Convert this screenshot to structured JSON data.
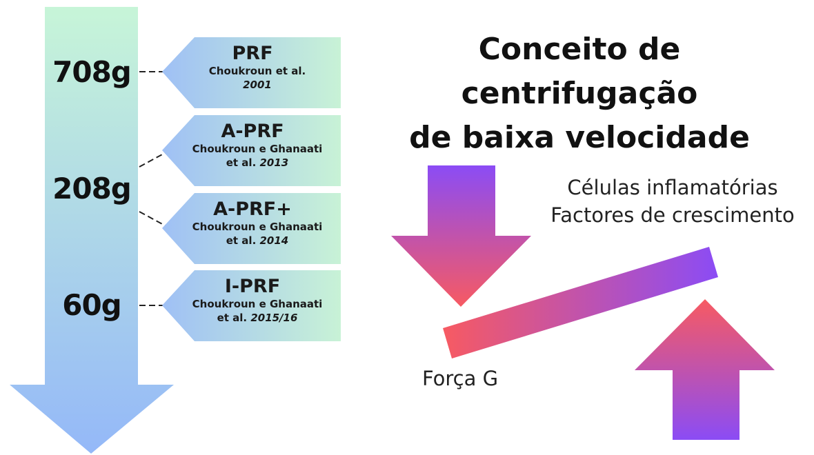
{
  "scale_labels": [
    "708g",
    "208g",
    "60g"
  ],
  "protocols": [
    {
      "name": "PRF",
      "authors": "Choukroun et al.",
      "authors_line2": "",
      "year": "2001"
    },
    {
      "name": "A-PRF",
      "authors": "Choukroun e Ghanaati",
      "authors_line2": "et al.",
      "year": "2013"
    },
    {
      "name": "A-PRF+",
      "authors": "Choukroun e Ghanaati",
      "authors_line2": "et al.",
      "year": "2014"
    },
    {
      "name": "I-PRF",
      "authors": "Choukroun e Ghanaati",
      "authors_line2": "et al.",
      "year": "2015/16"
    }
  ],
  "title": {
    "line1": "Conceito de centrifugação",
    "line2": "de baixa velocidade"
  },
  "cells_label": {
    "line1": "Células inflamatórias",
    "line2": "Factores de crescimento"
  },
  "force_label": "Força G",
  "colors": {
    "scale_top": "#c7f5d8",
    "scale_bottom": "#94b8f8",
    "badge_left": "#9fc0f5",
    "badge_right": "#c8f2d6",
    "arrow_purple": "#8b4cf5",
    "arrow_red": "#f75a62"
  }
}
